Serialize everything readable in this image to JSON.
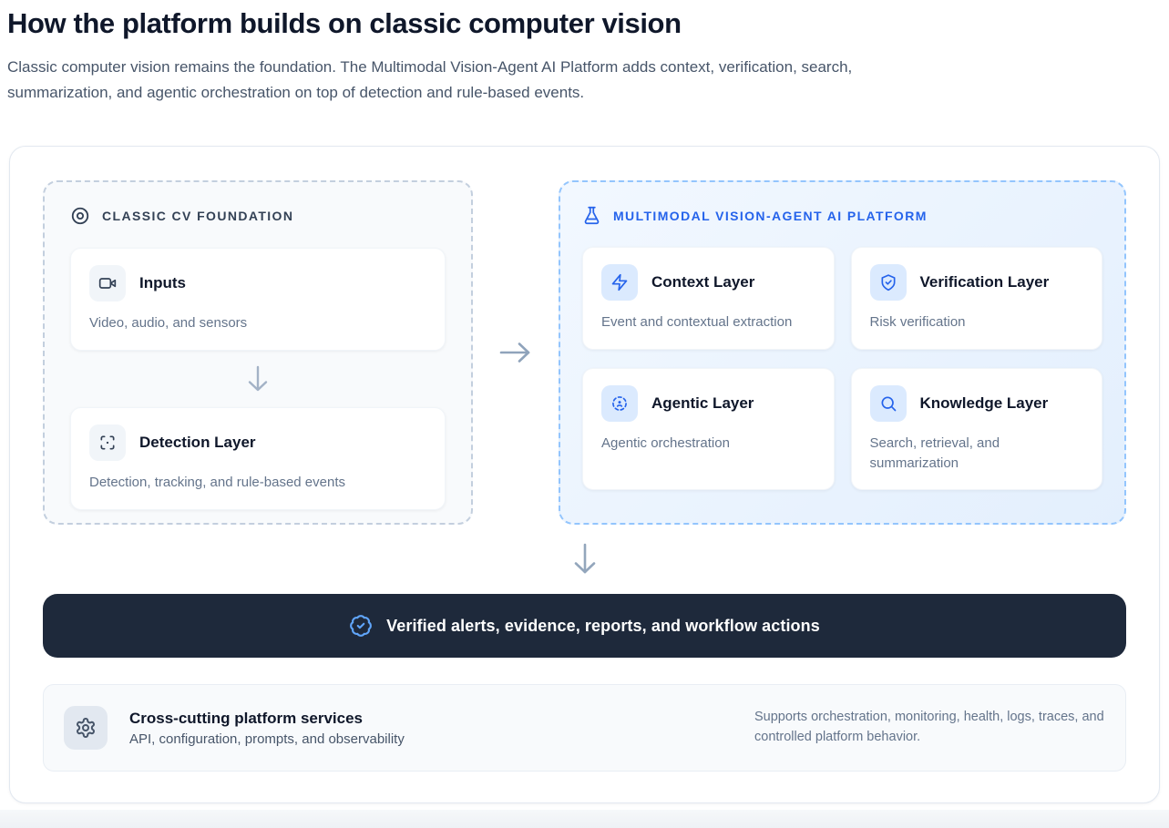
{
  "page": {
    "title": "How the platform builds on classic computer vision",
    "subtitle": "Classic computer vision remains the foundation. The Multimodal Vision-Agent AI Platform adds context, verification, search, summarization, and agentic orchestration on top of detection and rule-based events."
  },
  "foundation": {
    "label": "CLASSIC CV FOUNDATION",
    "icon": "eye-icon",
    "cards": [
      {
        "title": "Inputs",
        "description": "Video, audio, and sensors",
        "icon": "video-camera-icon"
      },
      {
        "title": "Detection Layer",
        "description": "Detection, tracking, and rule-based events",
        "icon": "scan-icon"
      }
    ]
  },
  "platform": {
    "label": "MULTIMODAL VISION-AGENT AI PLATFORM",
    "icon": "flask-icon",
    "cards": [
      {
        "title": "Context Layer",
        "description": "Event and contextual extraction",
        "icon": "zap-icon"
      },
      {
        "title": "Verification Layer",
        "description": "Risk verification",
        "icon": "shield-check-icon"
      },
      {
        "title": "Agentic Layer",
        "description": "Agentic orchestration",
        "icon": "agent-icon"
      },
      {
        "title": "Knowledge Layer",
        "description": "Search, retrieval, and summarization",
        "icon": "search-icon"
      }
    ]
  },
  "output_banner": {
    "text": "Verified alerts, evidence, reports, and workflow actions",
    "icon": "badge-check-icon"
  },
  "services": {
    "title": "Cross-cutting platform services",
    "subtitle": "API, configuration, prompts, and observability",
    "note": "Supports orchestration, monitoring, health, logs, traces, and controlled platform behavior.",
    "icon": "gear-icon"
  },
  "colors": {
    "accent_blue": "#2563eb",
    "light_blue_bg": "#dbeafe",
    "platform_box_bg": "#e9f2fd",
    "banner_bg": "#1e293b",
    "banner_icon": "#60a5fa",
    "muted_text": "#64748b",
    "heading_text": "#0f172a",
    "arrow_gray": "#94a3b8"
  }
}
